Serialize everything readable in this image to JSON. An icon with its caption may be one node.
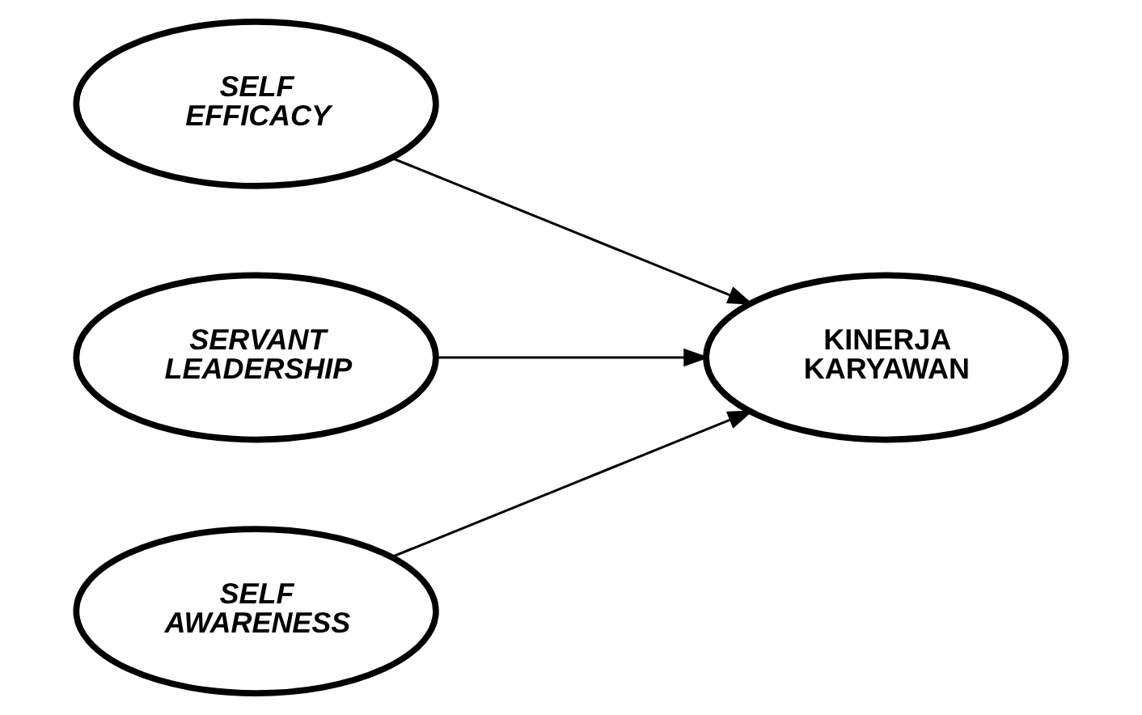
{
  "diagram": {
    "nodes": [
      {
        "text": [
          "SELF EFFICACY"
        ]
      },
      {
        "text": [
          "SERVANT LEADERSHIP"
        ]
      },
      {
        "text": [
          "SELF AWARENESS"
        ]
      },
      {
        "text": [
          "KINERJA KARYAWAN"
        ]
      }
    ],
    "edges": [
      {
        "from": 0,
        "to": 3,
        "arrow": "to"
      },
      {
        "from": 1,
        "to": 3,
        "arrow": "to"
      },
      {
        "from": 2,
        "to": 3,
        "arrow": "to"
      }
    ]
  }
}
